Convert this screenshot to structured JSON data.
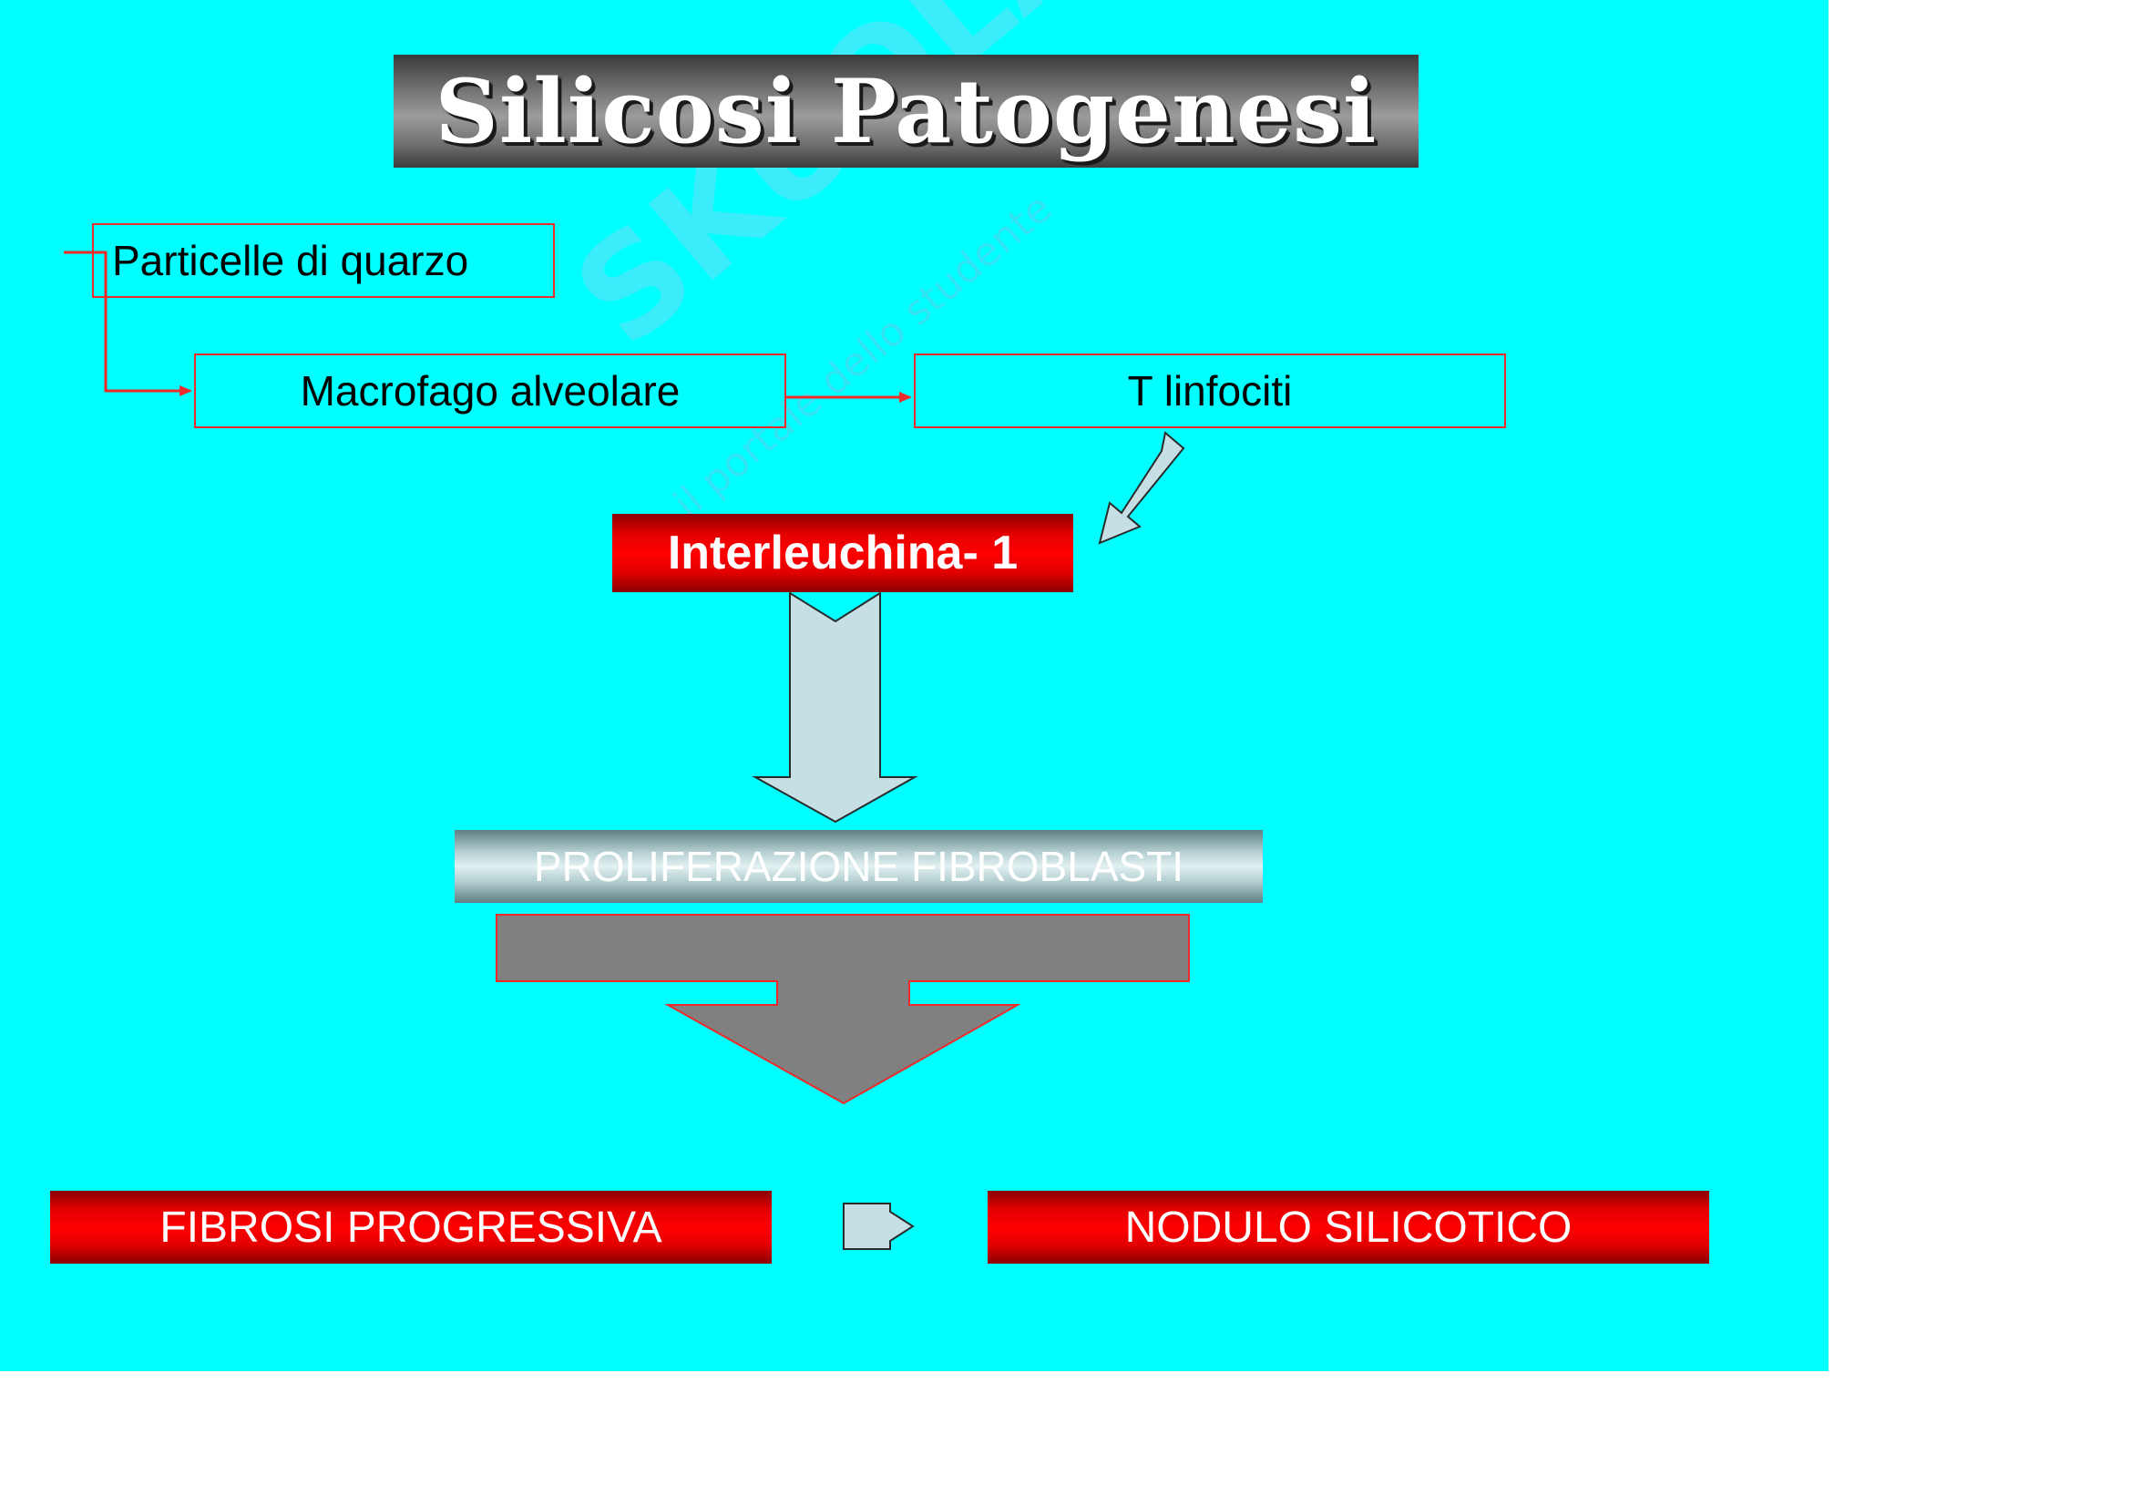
{
  "slide": {
    "title": "Silicosi Patogenesi",
    "background_color": "#00ffff",
    "accent_color": "#ee2a2a"
  },
  "nodes": {
    "particelle": "Particelle di quarzo",
    "macrofago": "Macrofago alveolare",
    "t_linfociti": "T linfociti",
    "interleuchina": "Interleuchina- 1",
    "proliferazione": "PROLIFERAZIONE FIBROBLASTI",
    "fibrosi": "FIBROSI PROGRESSIVA",
    "nodulo": "NODULO SILICOTICO"
  },
  "watermark": {
    "brand": "SKUOLA.NET",
    "tagline": "il portale dello studente"
  },
  "icons": [
    "arrow-right-icon",
    "block-arrow-down-icon",
    "notched-arrow-right-icon"
  ]
}
